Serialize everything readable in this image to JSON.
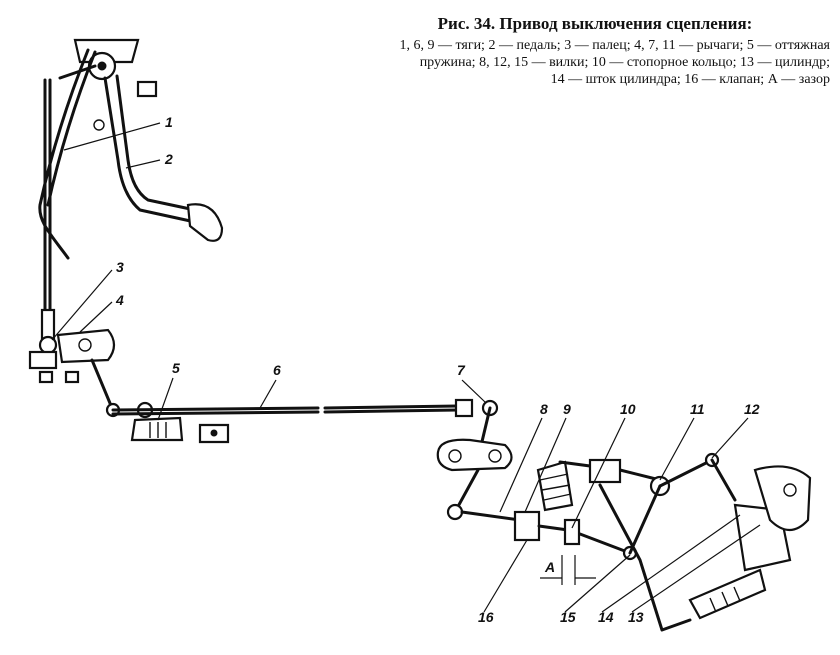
{
  "caption": {
    "title": "Рис. 34. Привод выключения сцепления:",
    "line1": "1, 6, 9 — тяги; 2 — педаль; 3 — палец; 4, 7, 11 — рычаги; 5 — оттяжная",
    "line2": "пружина; 8, 12, 15 — вилки; 10 — стопорное кольцо; 13 — цилиндр;",
    "line3": "14 — шток цилиндра; 16 — клапан; А — зазор"
  },
  "callouts": {
    "c1": "1",
    "c2": "2",
    "c3": "3",
    "c4": "4",
    "c5": "5",
    "c6": "6",
    "c7": "7",
    "c8": "8",
    "c9": "9",
    "c10": "10",
    "c11": "11",
    "c12": "12",
    "c13": "13",
    "c14": "14",
    "c15": "15",
    "c16": "16",
    "cA": "A"
  }
}
